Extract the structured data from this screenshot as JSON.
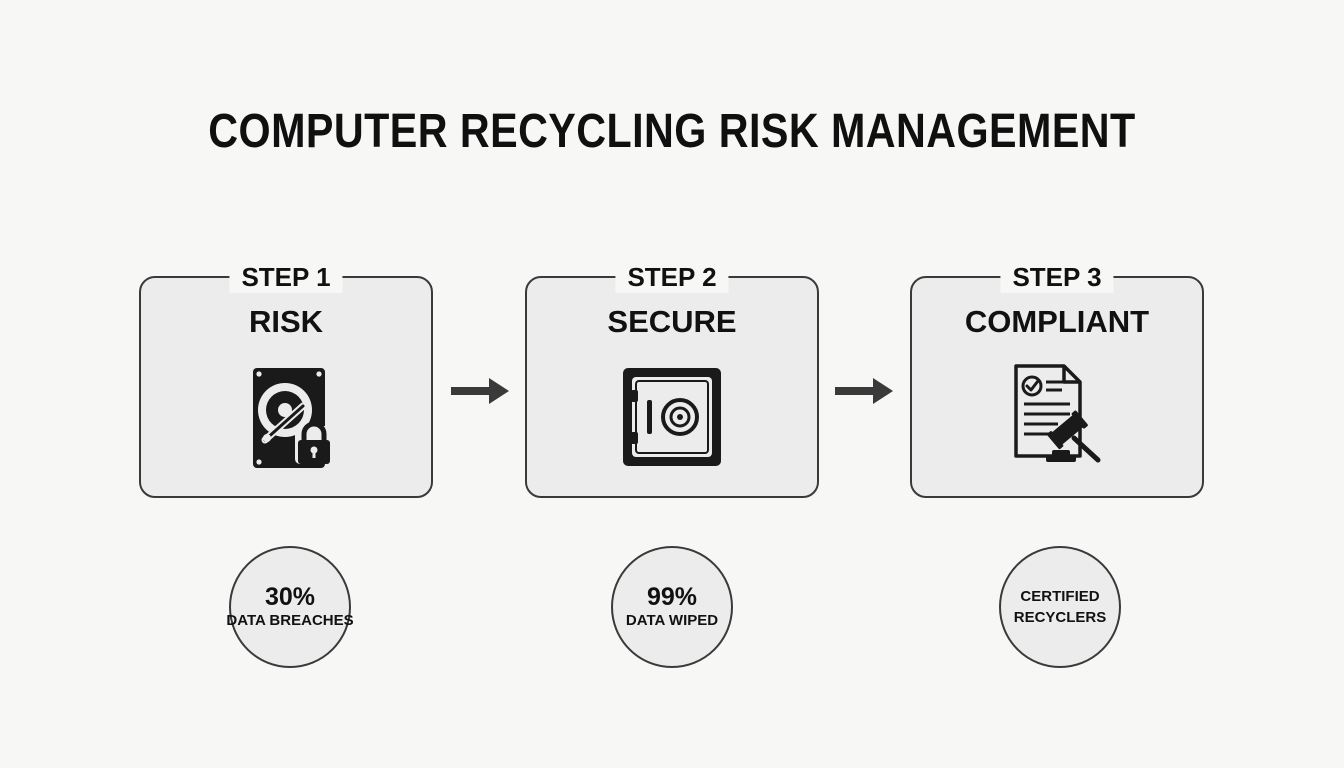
{
  "title": "COMPUTER RECYCLING RISK MANAGEMENT",
  "steps": [
    {
      "tag": "STEP 1",
      "name": "RISK",
      "icon": "hard-drive-lock-icon"
    },
    {
      "tag": "STEP 2",
      "name": "SECURE",
      "icon": "safe-vault-icon"
    },
    {
      "tag": "STEP 3",
      "name": "COMPLIANT",
      "icon": "certificate-gavel-icon"
    }
  ],
  "arrows": [
    "arrow-right-icon",
    "arrow-right-icon"
  ],
  "stats": [
    {
      "value": "30%",
      "label": "DATA BREACHES"
    },
    {
      "value": "99%",
      "label": "DATA WIPED"
    },
    {
      "line1": "CERTIFIED",
      "line2": "RECYCLERS"
    }
  ],
  "colors": {
    "background": "#f7f7f6",
    "box_fill": "#ececec",
    "outline": "#3a3a3a",
    "icon": "#1a1a1a"
  }
}
